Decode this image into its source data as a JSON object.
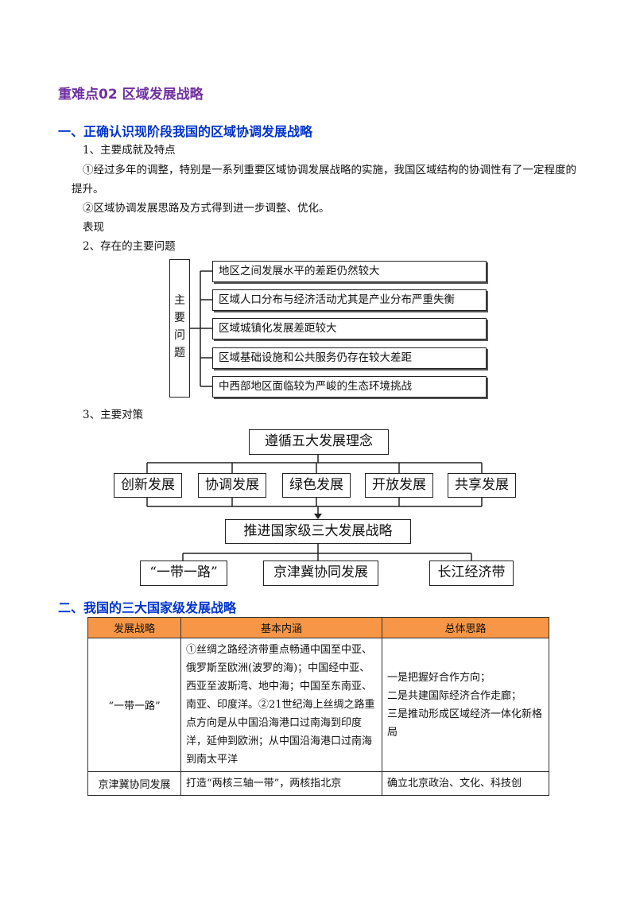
{
  "title": "重难点02  区域发展战略",
  "section1": {
    "heading": "一、正确认识现阶段我国的区域协调发展战略",
    "sub1": "1、主要成就及特点",
    "para1": "①经过多年的调整，特别是一系列重要区域协调发展战略的实施，我国区域结构的协调性有了一定程度的提升。",
    "para2": "②区域协调发展思路及方式得到进一步调整、优化。",
    "para3": "表现",
    "sub2": "2、存在的主要问题",
    "main_problem_chars": [
      "主",
      "要",
      "问",
      "题"
    ],
    "problems": [
      "地区之间发展水平的差距仍然较大",
      "区域人口分布与经济活动尤其是产业分布严重失衡",
      "区域城镇化发展差距较大",
      "区域基础设施和公共服务仍存在较大差距",
      "中西部地区面临较为严峻的生态环境挑战"
    ],
    "sub3": "3、主要对策",
    "flow": {
      "top": "遵循五大发展理念",
      "concepts": [
        "创新发展",
        "协调发展",
        "绿色发展",
        "开放发展",
        "共享发展"
      ],
      "middle": "推进国家级三大发展战略",
      "strategies": [
        "“一带一路”",
        "京津冀协同发展",
        "长江经济带"
      ]
    }
  },
  "section2": {
    "heading": "二、我国的三大国家级发展战略",
    "table": {
      "headers": [
        "发展战略",
        "基本内涵",
        "总体思路"
      ],
      "row1": {
        "name": "“一带一路”",
        "content": "①丝绸之路经济带重点畅通中国至中亚、俄罗斯至欧洲(波罗的海)；中国经中亚、西亚至波斯湾、地中海；中国至东南亚、南亚、印度洋。②21世纪海上丝绸之路重点方向是从中国沿海港口过南海到印度洋，延伸到欧洲；从中国沿海港口过南海到南太平洋",
        "idea1": "一是把握好合作方向；",
        "idea2": "二是共建国际经济合作走廊；",
        "idea3": "三是推动形成区域经济一体化新格局"
      },
      "row2": {
        "name": "京津冀协同发展",
        "content": "打造“两核三轴一带”，两核指北京",
        "idea": "确立北京政治、文化、科技创"
      }
    }
  }
}
